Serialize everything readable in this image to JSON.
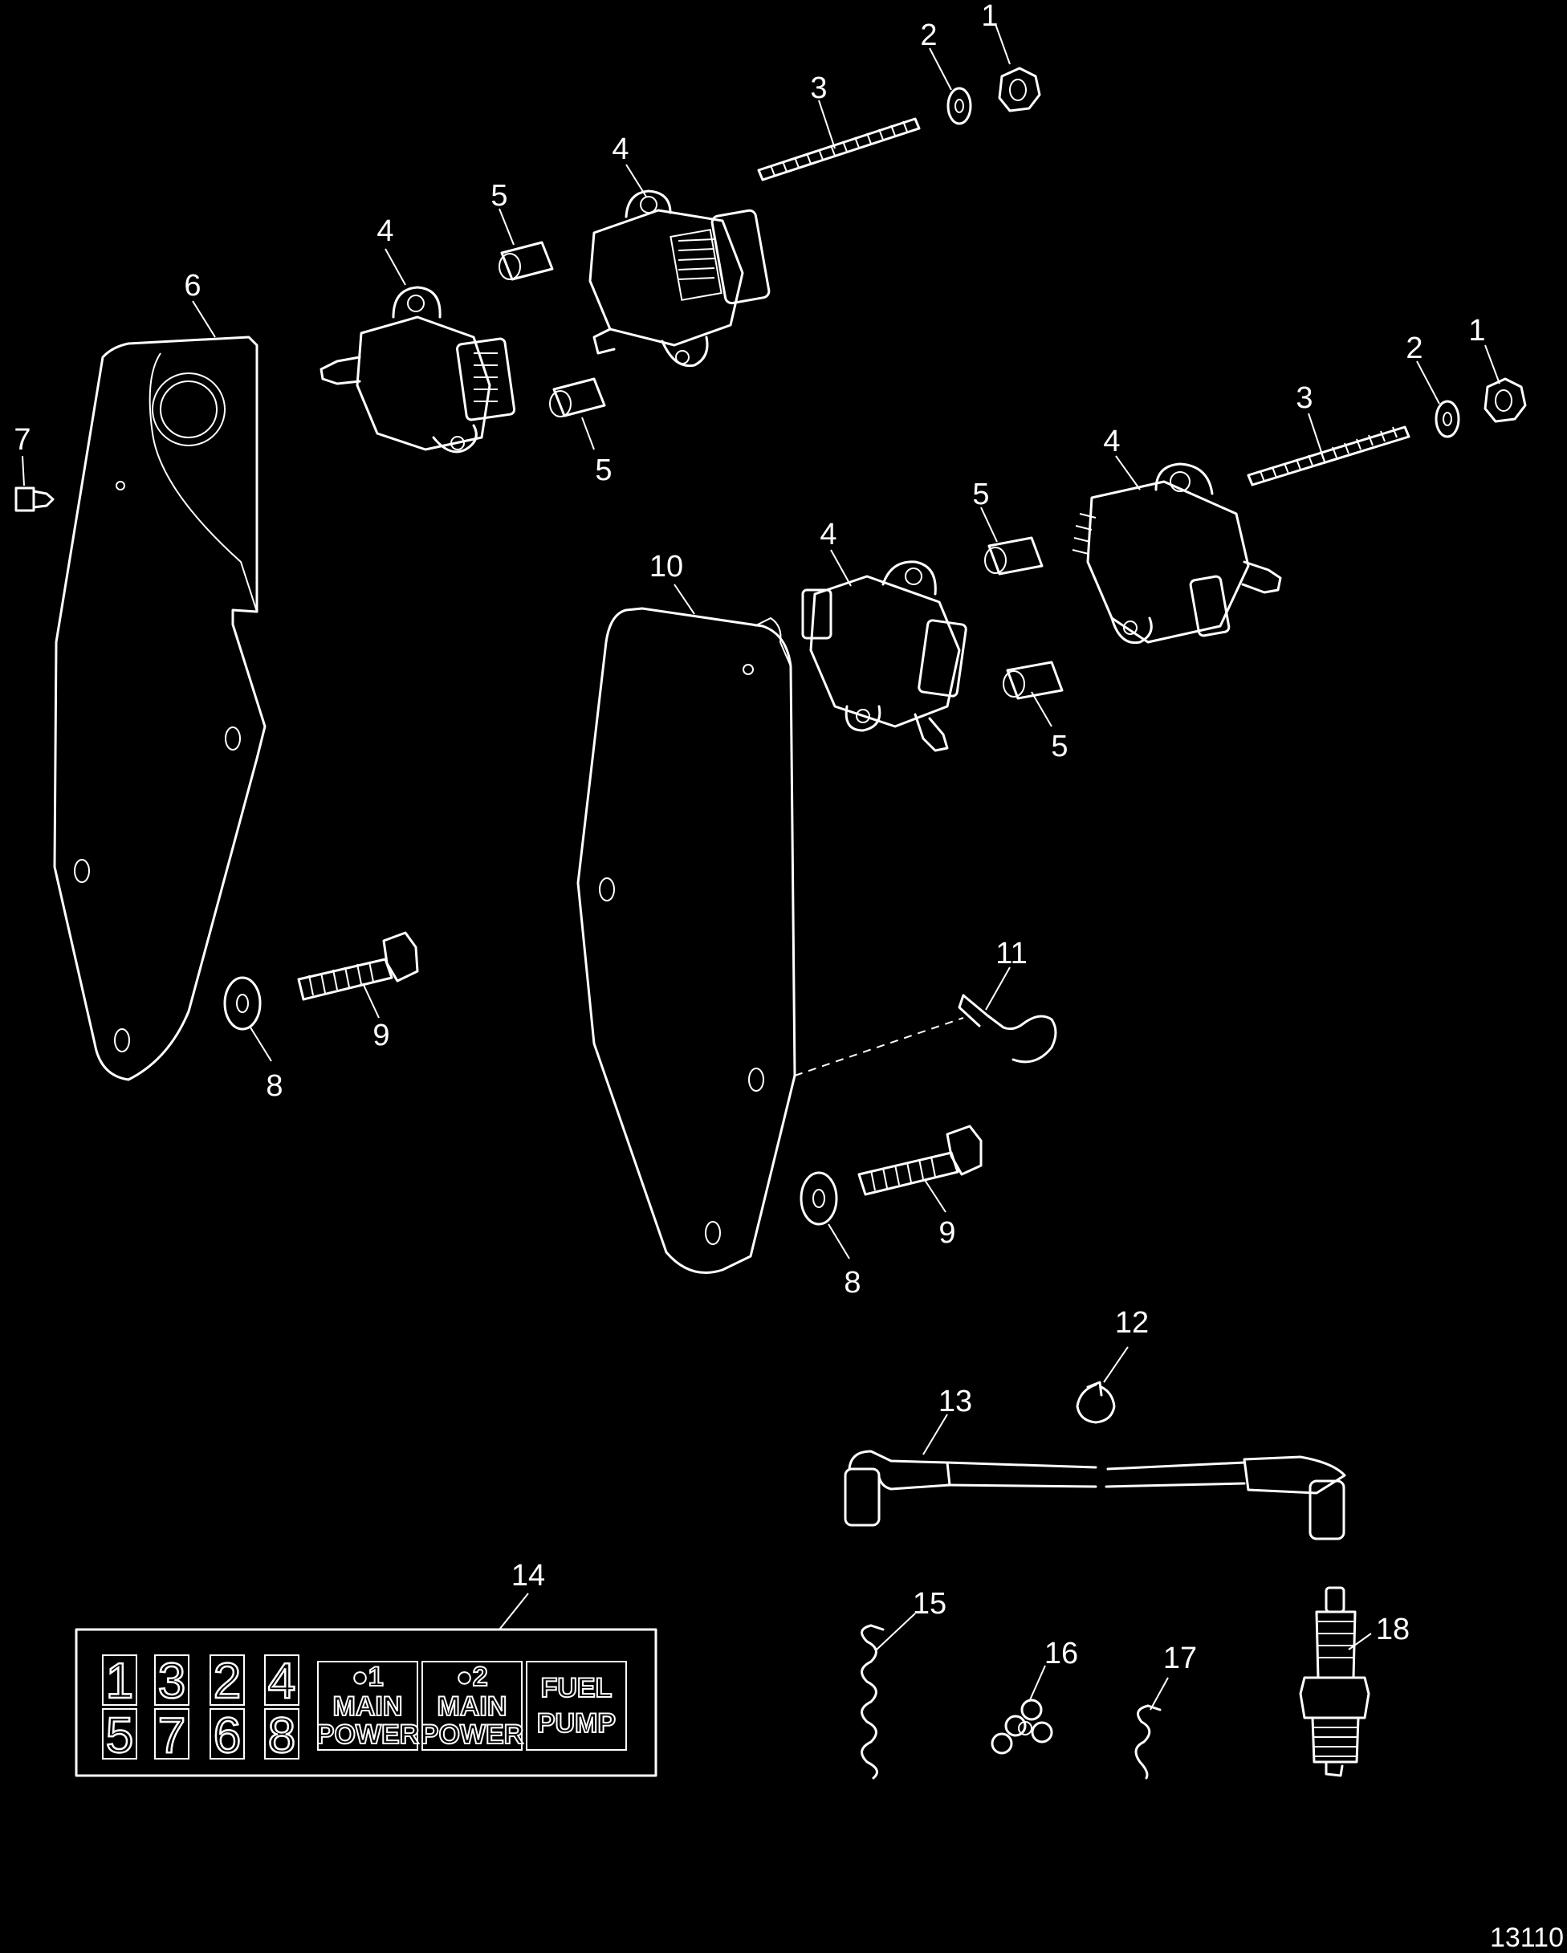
{
  "callouts": [
    {
      "id": "c1a",
      "text": "1"
    },
    {
      "id": "c2a",
      "text": "2"
    },
    {
      "id": "c3a",
      "text": "3"
    },
    {
      "id": "c4a",
      "text": "4"
    },
    {
      "id": "c5a",
      "text": "5"
    },
    {
      "id": "c4b",
      "text": "4"
    },
    {
      "id": "c6",
      "text": "6"
    },
    {
      "id": "c5b",
      "text": "5"
    },
    {
      "id": "c7",
      "text": "7"
    },
    {
      "id": "c1b",
      "text": "1"
    },
    {
      "id": "c2b",
      "text": "2"
    },
    {
      "id": "c3b",
      "text": "3"
    },
    {
      "id": "c4c",
      "text": "4"
    },
    {
      "id": "c5c",
      "text": "5"
    },
    {
      "id": "c4d",
      "text": "4"
    },
    {
      "id": "c10",
      "text": "10"
    },
    {
      "id": "c5d",
      "text": "5"
    },
    {
      "id": "c11",
      "text": "11"
    },
    {
      "id": "c9a",
      "text": "9"
    },
    {
      "id": "c8a",
      "text": "8"
    },
    {
      "id": "c9b",
      "text": "9"
    },
    {
      "id": "c8b",
      "text": "8"
    },
    {
      "id": "c12",
      "text": "12"
    },
    {
      "id": "c13",
      "text": "13"
    },
    {
      "id": "c14",
      "text": "14"
    },
    {
      "id": "c15",
      "text": "15"
    },
    {
      "id": "c16",
      "text": "16"
    },
    {
      "id": "c17",
      "text": "17"
    },
    {
      "id": "c18",
      "text": "18"
    }
  ],
  "decal": {
    "numbers_top": [
      "1",
      "3",
      "2",
      "4"
    ],
    "numbers_bottom": [
      "5",
      "7",
      "6",
      "8"
    ],
    "box1_line1": "●1",
    "box1_line2": "MAIN",
    "box1_line3": "POWER",
    "box2_line1": "●2",
    "box2_line2": "MAIN",
    "box2_line3": "POWER",
    "box3_line1": "FUEL",
    "box3_line2": "PUMP"
  },
  "figure_id": "13110",
  "colors": {
    "background": "#000000",
    "line": "#ffffff"
  }
}
